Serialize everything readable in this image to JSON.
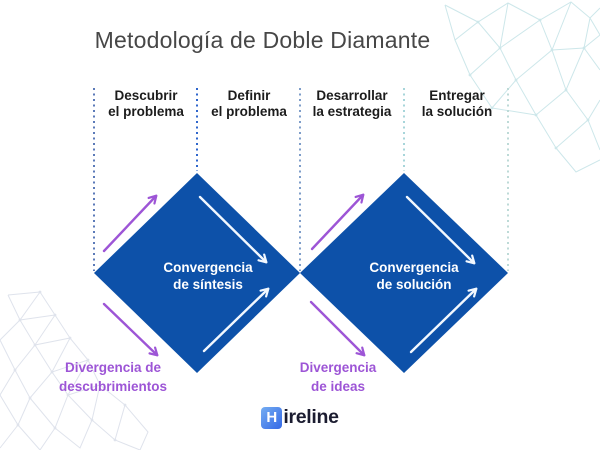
{
  "title": "Metodología de Doble Diamante",
  "phases": [
    {
      "line1": "Descubrir",
      "line2": "el problema"
    },
    {
      "line1": "Definir",
      "line2": "el problema"
    },
    {
      "line1": "Desarrollar",
      "line2": "la estrategia"
    },
    {
      "line1": "Entregar",
      "line2": "la solución"
    }
  ],
  "diamonds": [
    {
      "label_line1": "Convergencia",
      "label_line2": "de síntesis"
    },
    {
      "label_line1": "Convergencia",
      "label_line2": "de solución"
    }
  ],
  "divergence_labels": [
    {
      "line1": "Divergencia de",
      "line2": "descubrimientos"
    },
    {
      "line1": "Divergencia",
      "line2": "de ideas"
    }
  ],
  "logo": {
    "badge_letter": "H",
    "wordmark": "ireline"
  },
  "colors": {
    "diamond_blue": "#0d51a9",
    "divergence_purple": "#9d55d6",
    "convergence_arrow_white": "#f2f8ff",
    "title_gray": "#474747",
    "label_black": "#1c1c1c",
    "logo_navy": "#1b1c30",
    "logo_badge_gradient": [
      "#74adf2",
      "#3468e6"
    ],
    "mesh_teal": "#cde7ea",
    "mesh_gray": "#dfe3ec",
    "divider_colors": [
      "#5b7ab8",
      "#2f66cc",
      "#7e9dc9",
      "#a7d5da",
      "#bddad7"
    ]
  }
}
